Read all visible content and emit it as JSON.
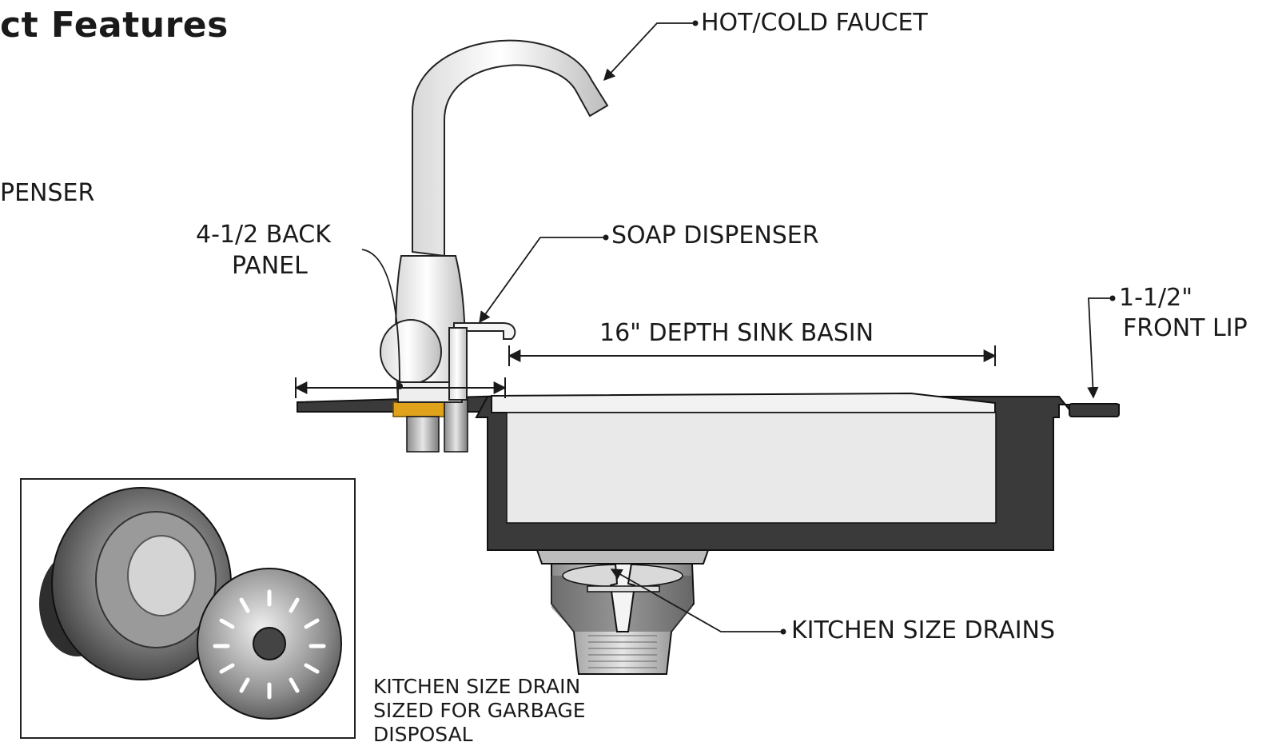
{
  "title": "ct Features",
  "labels": {
    "hot_cold_faucet": "HOT/COLD FAUCET",
    "dispenser_partial": "PENSER",
    "back_panel_line1": "4-1/2 BACK",
    "back_panel_line2": "PANEL",
    "soap_dispenser": "SOAP DISPENSER",
    "front_lip_line1": "1-1/2\"",
    "front_lip_line2": "FRONT LIP",
    "sink_basin": "16\" DEPTH SINK BASIN",
    "kitchen_drains": "KITCHEN SIZE DRAINS",
    "drain_note_line1": "KITCHEN SIZE DRAIN",
    "drain_note_line2": "SIZED FOR GARBAGE",
    "drain_note_line3": "DISPOSAL"
  },
  "colors": {
    "sink_body": "#3a3a3a",
    "basin_interior": "#e9e9e9",
    "brass_fitting": "#e0a21a",
    "line": "#1a1a1a"
  }
}
